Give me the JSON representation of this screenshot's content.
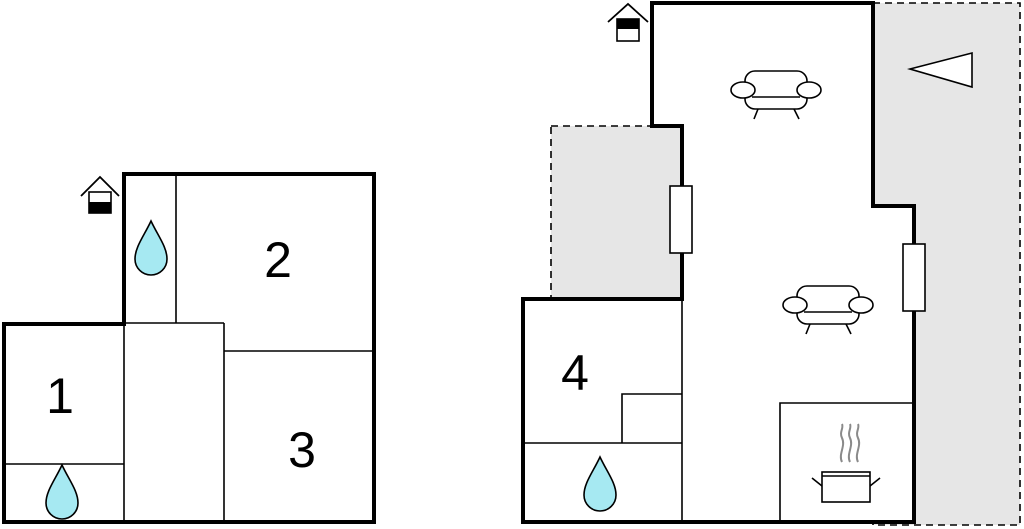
{
  "floorplan": {
    "ground_floor": {
      "rooms": [
        {
          "label": "1",
          "type": "bedroom"
        },
        {
          "label": "2",
          "type": "bedroom"
        },
        {
          "label": "3",
          "type": "bedroom"
        }
      ],
      "icons": [
        "entrance-icon",
        "bathroom-water-drop-icon",
        "bathroom-water-drop-icon"
      ]
    },
    "upper_floor": {
      "rooms": [
        {
          "label": "4",
          "type": "bedroom"
        }
      ],
      "icons": [
        "entrance-icon",
        "sofa-icon",
        "sofa-icon",
        "kitchen-pot-icon",
        "bathroom-water-drop-icon",
        "north-arrow-icon"
      ],
      "outdoor_areas": [
        "terrace",
        "terrace"
      ]
    },
    "colors": {
      "water": "#a6e9f2",
      "outdoor": "#e6e6e6",
      "walls": "#000000"
    }
  }
}
